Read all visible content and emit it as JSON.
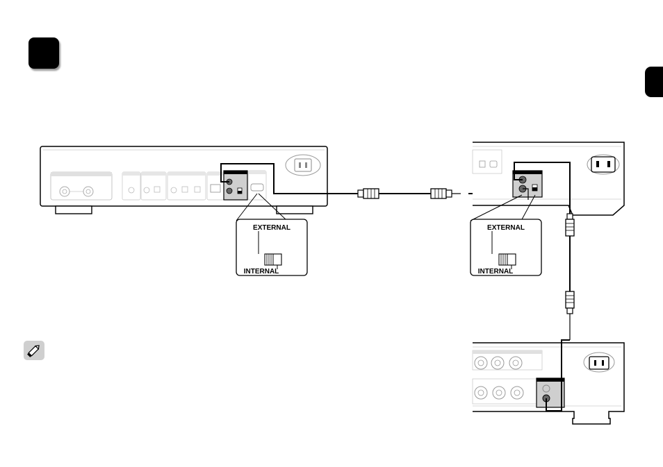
{
  "colors": {
    "badge": "#000000",
    "panel_line": "#b0b0b0",
    "cable": "#000000",
    "note_bg": "#cfcfcf"
  },
  "icons": {
    "note": "pencil-icon"
  },
  "callouts": {
    "left": {
      "top_label": "EXTERNAL",
      "bottom_label": "INTERNAL"
    },
    "right": {
      "top_label": "EXTERNAL",
      "bottom_label": "INTERNAL"
    }
  }
}
